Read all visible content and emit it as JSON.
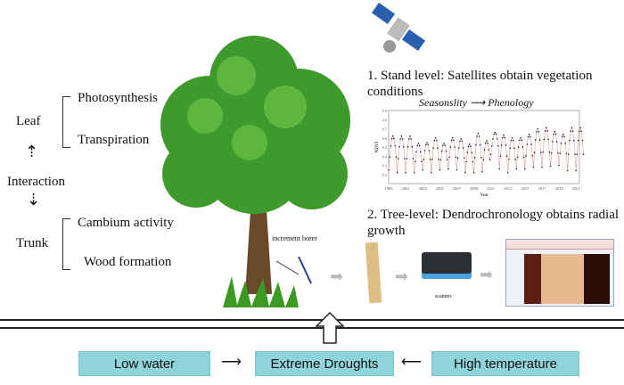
{
  "left": {
    "leaf": "Leaf",
    "photosynthesis": "Photosynthesis",
    "transpiration": "Transpiration",
    "interaction": "Interaction",
    "trunk": "Trunk",
    "cambium": "Cambium activity",
    "wood": "Wood formation"
  },
  "right": {
    "stand_level": "1. Stand level: Satellites obtain vegetation conditions",
    "seasonality": "Seasonslity",
    "phenology": "Phenology",
    "tree_level": "2. Tree-level: Dendrochronology obtains radial growth",
    "increment_borer": "increment borer",
    "scanner": "scanner"
  },
  "bottom": {
    "low_water": "Low water",
    "droughts": "Extreme Droughts",
    "high_temp": "High temperature"
  },
  "colors": {
    "box": "#8fd4da",
    "tree": "#3f9a2e",
    "trunk": "#6b4a2b"
  },
  "chart_data": {
    "type": "line",
    "ylabel": "NDVI",
    "xlabel": "Year",
    "xlim": [
      1999,
      2021
    ],
    "ylim": [
      0.1,
      0.9
    ],
    "x_ticks": [
      "1999",
      "2001",
      "2003",
      "2005",
      "2007",
      "2009",
      "2011",
      "2013",
      "2015",
      "2017",
      "2019",
      "2021"
    ],
    "y_ticks": [
      "0.2",
      "0.3",
      "0.4",
      "0.5",
      "0.6",
      "0.7",
      "0.8",
      "0.9"
    ],
    "annual_max": [
      0.62,
      0.62,
      0.62,
      0.54,
      0.55,
      0.6,
      0.54,
      0.6,
      0.59,
      0.53,
      0.65,
      0.57,
      0.66,
      0.63,
      0.6,
      0.6,
      0.64,
      0.7,
      0.71,
      0.67,
      0.64,
      0.71,
      0.71
    ],
    "annual_min": [
      0.25,
      0.22,
      0.22,
      0.22,
      0.25,
      0.22,
      0.25,
      0.26,
      0.25,
      0.22,
      0.22,
      0.23,
      0.42,
      0.26,
      0.22,
      0.26,
      0.26,
      0.28,
      0.28,
      0.29,
      0.3,
      0.24,
      0.24
    ]
  }
}
